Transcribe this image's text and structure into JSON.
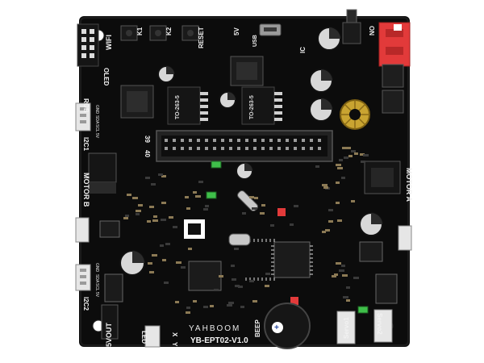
{
  "board": {
    "brand": "YAHBOOM",
    "model": "YB-EPT02-V1.0",
    "regulator_label": "TO-263-5",
    "header_pin_first": "39",
    "header_pin_last": "40"
  },
  "labels": {
    "wifi": "WIFI",
    "k1": "K1",
    "k2": "K2",
    "reset": "RESET",
    "five_v": "5V",
    "usb": "USB",
    "ic": "IC",
    "rgb": "RGB",
    "i2c1": "I2C1",
    "i2c2": "I2C2",
    "oled": "OLED",
    "motor_a": "MOTOR A",
    "motor_b": "MOTOR B",
    "on": "ON",
    "five_vout": "5VOUT",
    "led": "LED",
    "x": "X",
    "y": "Y",
    "beep": "BEEP",
    "servo1": "Servo1",
    "servo2": "Servo2",
    "pin_gnd": "GND",
    "pin_sda": "SDA",
    "pin_scl": "SCL",
    "pin_5v": "5V"
  },
  "colors": {
    "pcb": "#0c0c0c",
    "silkscreen": "#f2f2f2",
    "connector_white": "#e6e6e6",
    "switch_red": "#e23a3a",
    "inductor_gold": "#c9a431",
    "led_green": "#3fbf4a",
    "capacitor_top": "#d8d8d8"
  }
}
